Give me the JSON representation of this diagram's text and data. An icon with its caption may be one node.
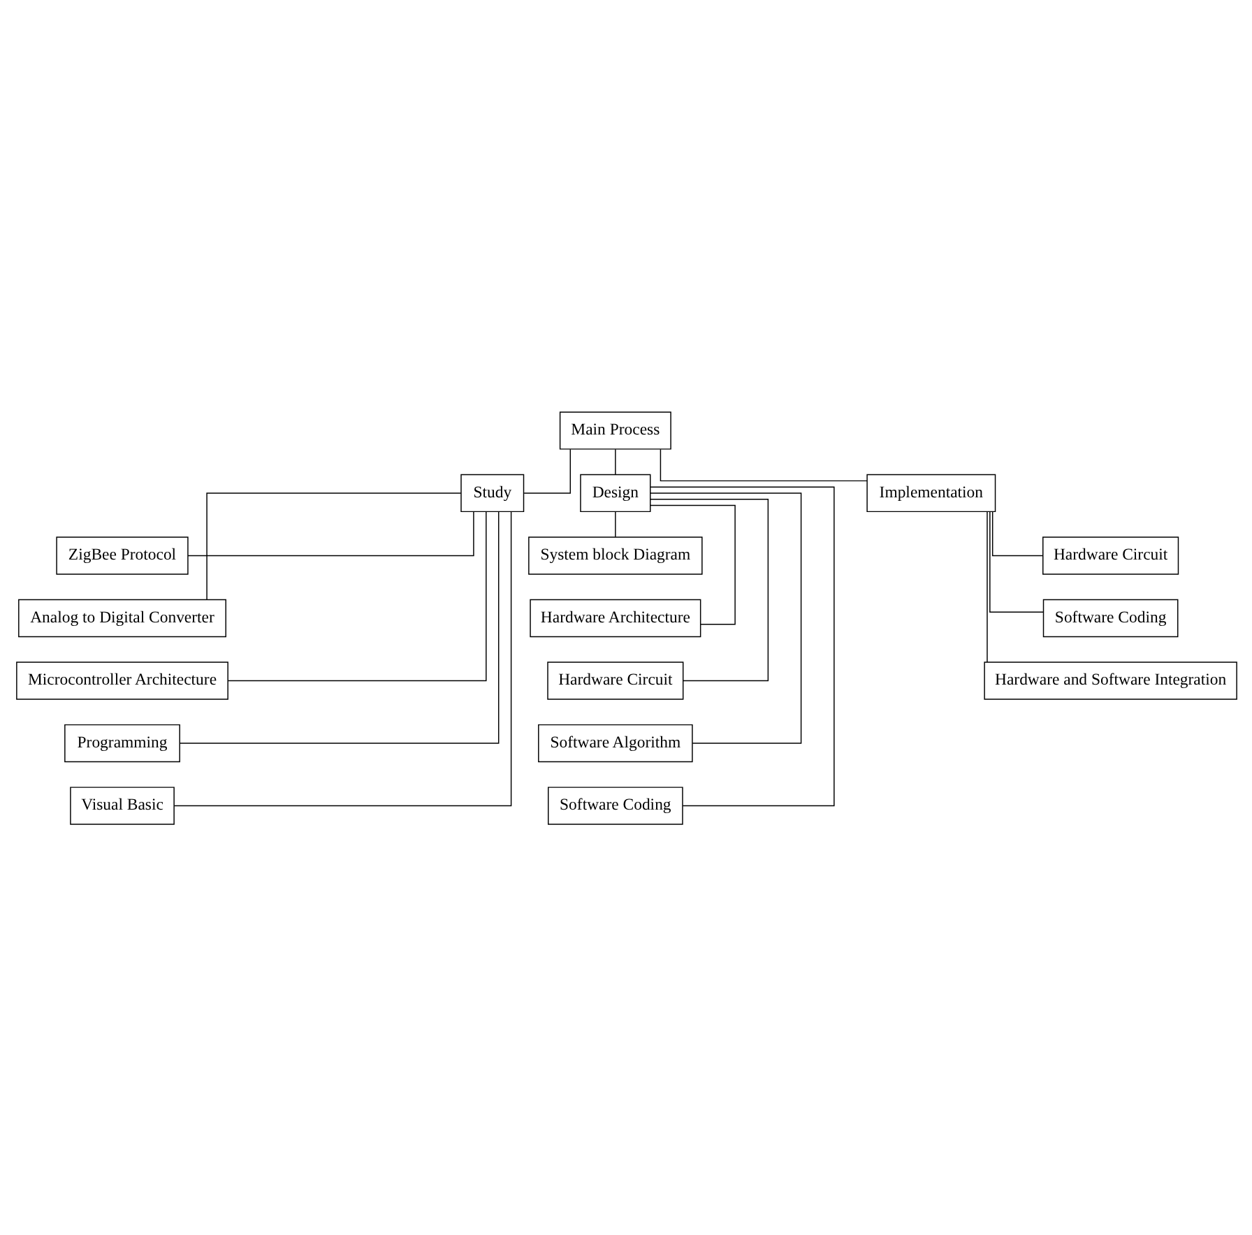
{
  "diagram": {
    "nodes": [
      {
        "text": [
          "Main Process"
        ]
      },
      {
        "text": [
          "Study"
        ]
      },
      {
        "text": [
          "Design"
        ]
      },
      {
        "text": [
          "Implementation"
        ]
      },
      {
        "text": [
          "ZigBee Protocol"
        ]
      },
      {
        "text": [
          "Analog to Digital Converter"
        ]
      },
      {
        "text": [
          "Microcontroller Architecture"
        ]
      },
      {
        "text": [
          "Programming"
        ]
      },
      {
        "text": [
          "Visual Basic"
        ]
      },
      {
        "text": [
          "System block Diagram"
        ]
      },
      {
        "text": [
          "Hardware Architecture"
        ]
      },
      {
        "text": [
          "Hardware Circuit"
        ]
      },
      {
        "text": [
          "Software Algorithm"
        ]
      },
      {
        "text": [
          "Software Coding"
        ]
      },
      {
        "text": [
          "Hardware Circuit"
        ]
      },
      {
        "text": [
          "Software Coding"
        ]
      },
      {
        "text": [
          "Hardware and Software Integration"
        ]
      }
    ],
    "edges": [
      {
        "from": 0,
        "to": 1,
        "arrow": "none"
      },
      {
        "from": 0,
        "to": 2,
        "arrow": "none"
      },
      {
        "from": 0,
        "to": 3,
        "arrow": "none"
      },
      {
        "from": 1,
        "to": 4,
        "arrow": "none"
      },
      {
        "from": 1,
        "to": 5,
        "arrow": "none"
      },
      {
        "from": 1,
        "to": 6,
        "arrow": "none"
      },
      {
        "from": 1,
        "to": 7,
        "arrow": "none"
      },
      {
        "from": 1,
        "to": 8,
        "arrow": "none"
      },
      {
        "from": 2,
        "to": 9,
        "arrow": "none"
      },
      {
        "from": 2,
        "to": 10,
        "arrow": "none"
      },
      {
        "from": 2,
        "to": 11,
        "arrow": "none"
      },
      {
        "from": 2,
        "to": 12,
        "arrow": "none"
      },
      {
        "from": 2,
        "to": 13,
        "arrow": "none"
      },
      {
        "from": 3,
        "to": 14,
        "arrow": "none"
      },
      {
        "from": 3,
        "to": 15,
        "arrow": "none"
      },
      {
        "from": 3,
        "to": 16,
        "arrow": "none"
      }
    ]
  }
}
